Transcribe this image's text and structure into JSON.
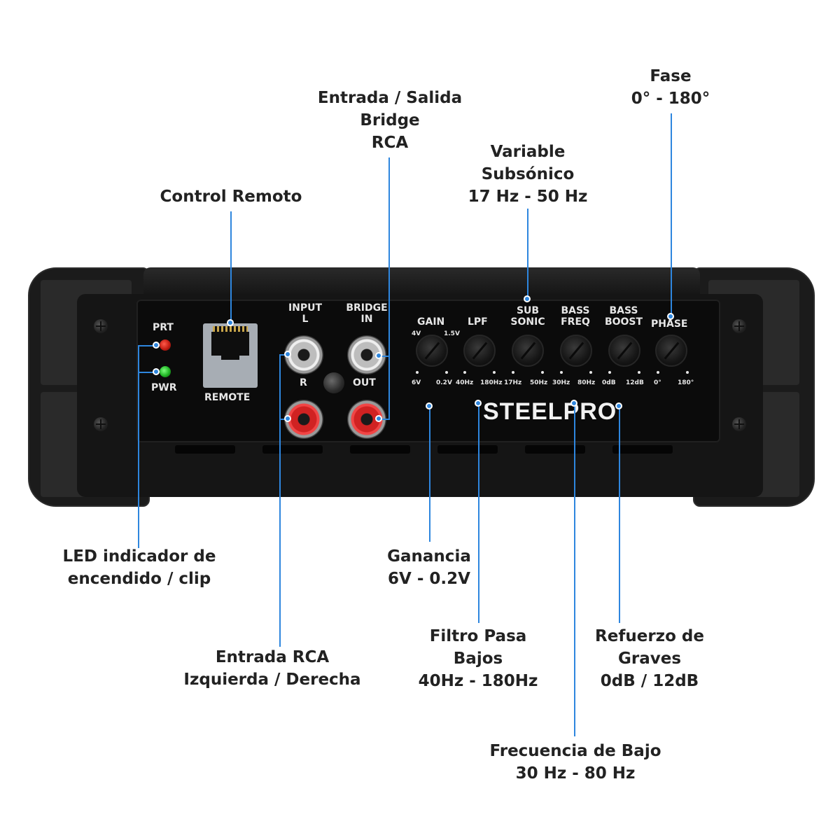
{
  "callouts": {
    "control_remoto": [
      "Control Remoto"
    ],
    "entrada_salida": [
      "Entrada / Salida",
      "Bridge",
      "RCA"
    ],
    "variable_subsonico": [
      "Variable",
      "Subsónico",
      "17 Hz - 50 Hz"
    ],
    "fase": [
      "Fase",
      "0° - 180°"
    ],
    "led_indicador": [
      "LED indicador de",
      "encendido / clip"
    ],
    "entrada_rca": [
      "Entrada RCA",
      "Izquierda / Derecha"
    ],
    "ganancia": [
      "Ganancia",
      "6V - 0.2V"
    ],
    "filtro_pasa_bajos": [
      "Filtro Pasa",
      "Bajos",
      "40Hz - 180Hz"
    ],
    "refuerzo_graves": [
      "Refuerzo de",
      "Graves",
      "0dB  / 12dB"
    ],
    "frecuencia_bajo": [
      "Frecuencia de Bajo",
      "30 Hz - 80 Hz"
    ]
  },
  "panel": {
    "prt": "PRT",
    "pwr": "PWR",
    "remote": "REMOTE",
    "input": [
      "INPUT",
      "L"
    ],
    "input_r": "R",
    "bridge_in": [
      "BRIDGE",
      "IN"
    ],
    "bridge_out": "OUT",
    "gain": "GAIN",
    "gain_4v": "4V",
    "gain_15v": "1.5V",
    "lpf": "LPF",
    "sub_sonic": [
      "SUB",
      "SONIC"
    ],
    "bass_freq": [
      "BASS",
      "FREQ"
    ],
    "bass_boost": [
      "BASS",
      "BOOST"
    ],
    "phase": "PHASE",
    "scale": [
      "6V",
      "0.2V",
      "40Hz",
      "180Hz",
      "17Hz",
      "50Hz",
      "30Hz",
      "80Hz",
      "0dB",
      "12dB",
      "0°",
      "180°"
    ],
    "brand": "STEELPRO"
  },
  "colors": {
    "accent_line": "#2e86de",
    "led_prt": "#d8231a",
    "led_pwr": "#2fc12f",
    "rca_white": "#efefef",
    "rca_red": "#d02222"
  }
}
